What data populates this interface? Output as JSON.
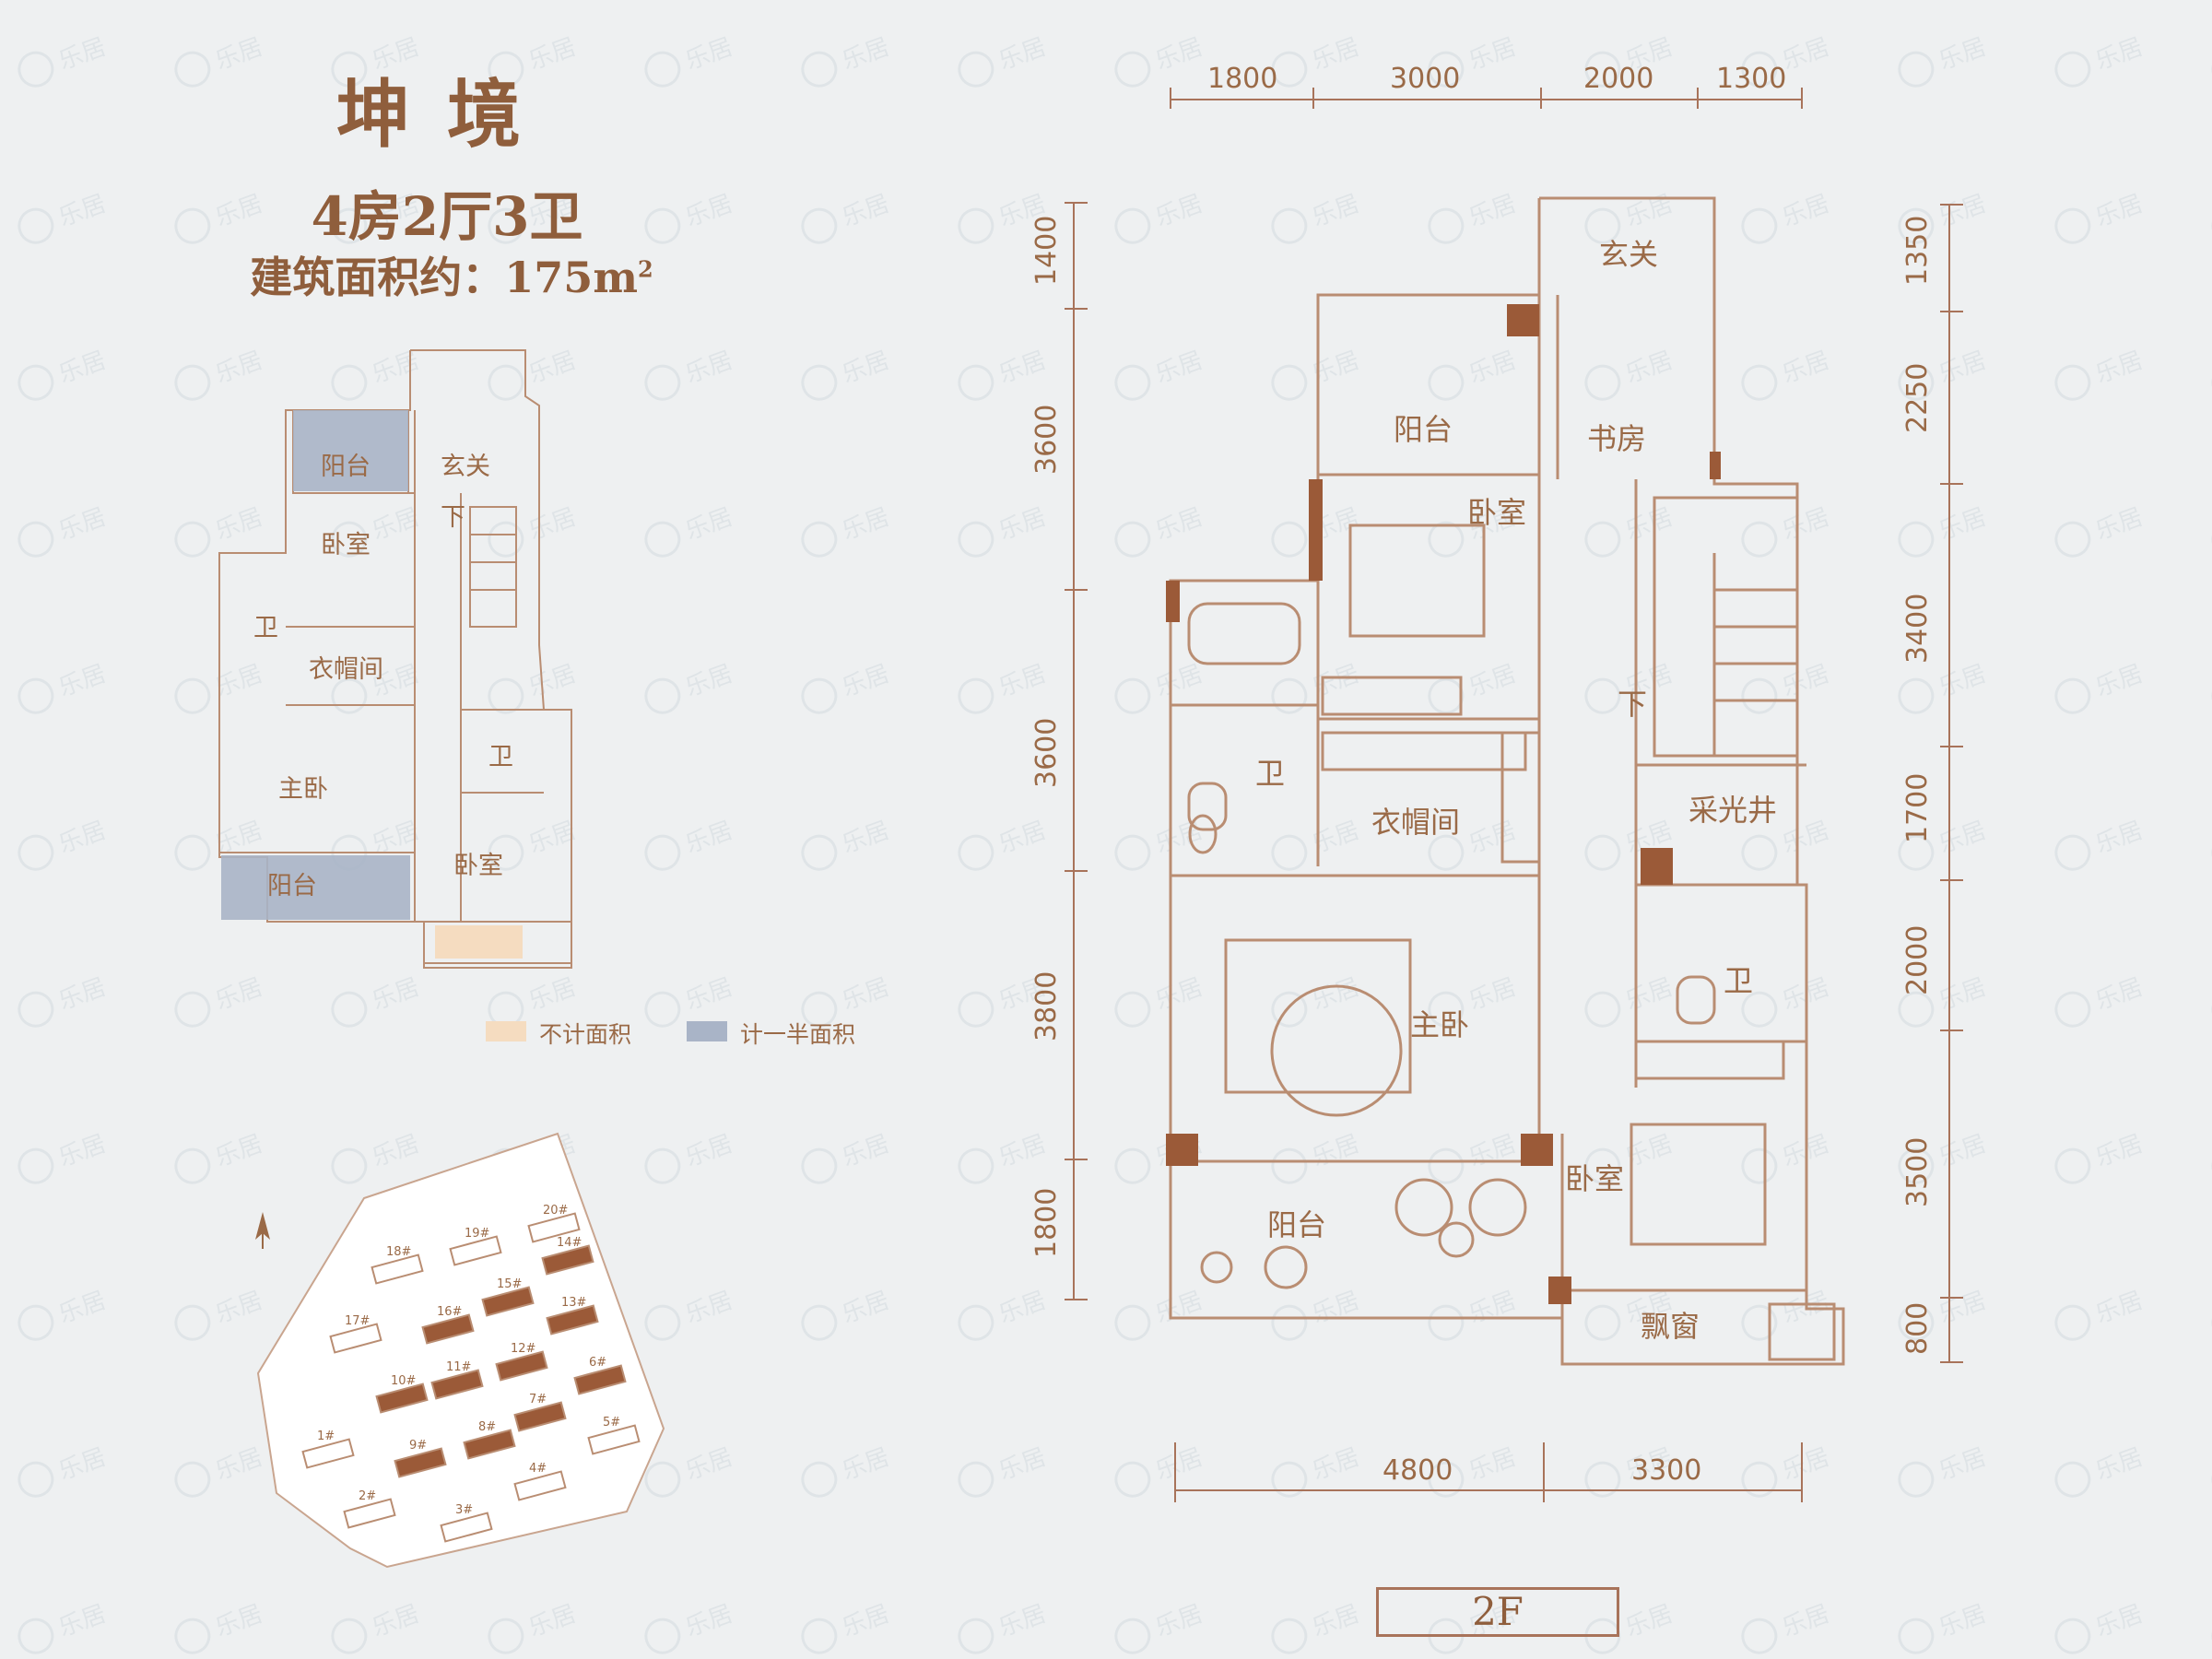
{
  "header": {
    "title": "坤境",
    "layout": "4房2厅3卫",
    "area_label": "建筑面积约：175m",
    "area_sup": "2"
  },
  "legend": [
    {
      "label": "不计面积",
      "color": "#f5dcc0"
    },
    {
      "label": "计一半面积",
      "color": "#a9b4c7"
    }
  ],
  "colors": {
    "wall": "#a8735a",
    "wall_dark": "#9b5a38",
    "text": "#9a6a47",
    "background": "#eef0f1",
    "watermark": "#dde3e6"
  },
  "small_plan": {
    "rooms": [
      "阳台",
      "玄关",
      "下",
      "卧室",
      "卫",
      "衣帽间",
      "卫",
      "主卧",
      "卧室",
      "阳台"
    ]
  },
  "main_plan": {
    "rooms": [
      "玄关",
      "阳台",
      "书房",
      "卧室",
      "卫",
      "下",
      "衣帽间",
      "采光井",
      "卫",
      "主卧",
      "卧室",
      "阳台",
      "飘窗"
    ],
    "dims_top": [
      "1800",
      "3000",
      "2000",
      "1300"
    ],
    "dims_left": [
      "1400",
      "3600",
      "3600",
      "3800",
      "1800"
    ],
    "dims_right": [
      "1350",
      "2250",
      "3400",
      "1700",
      "2000",
      "3500",
      "800"
    ],
    "dims_bottom": [
      "4800",
      "3300"
    ],
    "floor": "2F"
  },
  "site_plan": {
    "buildings": [
      "1#",
      "2#",
      "3#",
      "4#",
      "5#",
      "6#",
      "7#",
      "8#",
      "9#",
      "10#",
      "11#",
      "12#",
      "13#",
      "14#",
      "15#",
      "16#",
      "17#",
      "18#",
      "19#",
      "20#"
    ]
  },
  "watermark_text": "乐居"
}
